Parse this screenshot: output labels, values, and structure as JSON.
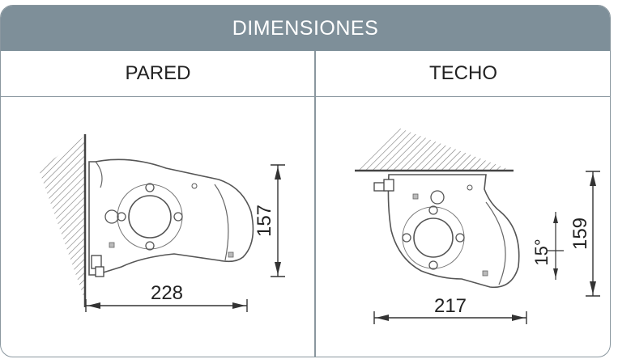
{
  "header": {
    "title": "DIMENSIONES"
  },
  "columns": {
    "left": {
      "label": "PARED"
    },
    "right": {
      "label": "TECHO"
    }
  },
  "dimensions": {
    "pared_width": "228",
    "pared_height": "157",
    "techo_width": "217",
    "techo_height": "159",
    "techo_angle": "15°"
  }
}
